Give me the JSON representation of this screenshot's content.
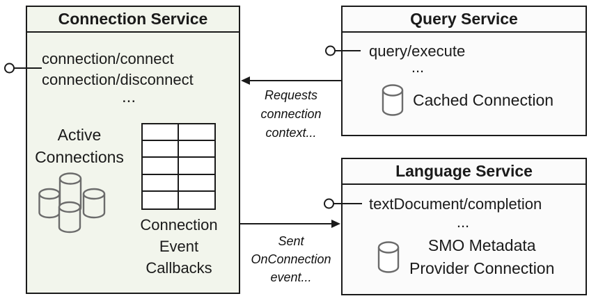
{
  "diagram": {
    "connection_service": {
      "title": "Connection Service",
      "methods": [
        "connection/connect",
        "connection/disconnect"
      ],
      "more": "...",
      "active_connections": [
        "Active",
        "Connections"
      ],
      "callbacks": [
        "Connection",
        "Event",
        "Callbacks"
      ]
    },
    "query_service": {
      "title": "Query Service",
      "method": "query/execute",
      "more": "...",
      "store": "Cached Connection"
    },
    "language_service": {
      "title": "Language Service",
      "method": "textDocument/completion",
      "more": "...",
      "store": [
        "SMO Metadata",
        "Provider Connection"
      ]
    },
    "edges": {
      "requests": [
        "Requests",
        "connection",
        "context..."
      ],
      "sent": [
        "Sent",
        "OnConnection",
        "event..."
      ]
    },
    "colors": {
      "connection_box_fill": "#f2f5ec",
      "service_box_fill": "#fbfbfb",
      "border": "#1a1a1a",
      "cylinder_stroke": "#6b6b6b"
    }
  }
}
